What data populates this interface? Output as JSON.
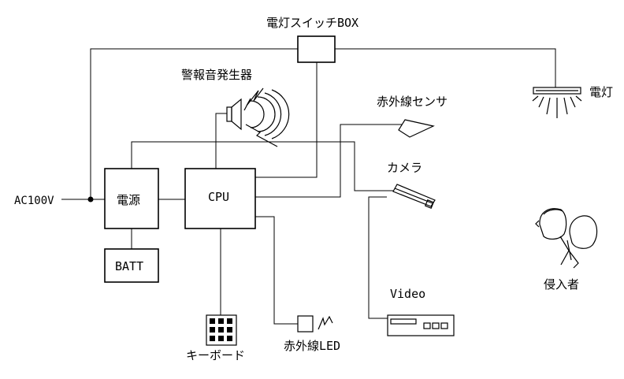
{
  "labels": {
    "switch_box": "電灯スイッチBOX",
    "alarm": "警報音発生器",
    "ir_sensor": "赤外線センサ",
    "light": "電灯",
    "camera": "カメラ",
    "ac_input": "AC100V",
    "power": "電源",
    "cpu": "CPU",
    "battery": "BATT",
    "intruder": "侵入者",
    "video": "Video",
    "keyboard": "キーボード",
    "ir_led": "赤外線LED"
  }
}
